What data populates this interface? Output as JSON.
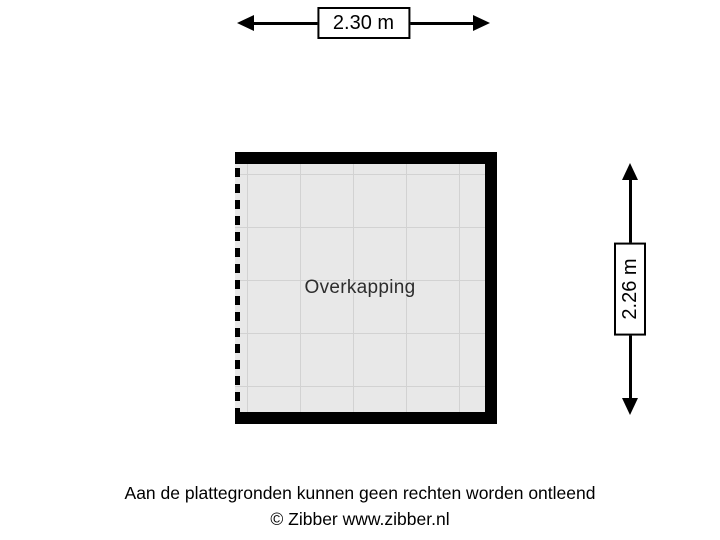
{
  "floorplan": {
    "room": {
      "label": "Overkapping"
    },
    "dimensions": {
      "width_label": "2.30 m",
      "height_label": "2.26 m"
    },
    "footer": {
      "disclaimer": "Aan de plattegronden kunnen geen rechten worden ontleend",
      "copyright": "© Zibber www.zibber.nl"
    },
    "colors": {
      "wall": "#000000",
      "floor_fill": "#e8e8e8",
      "floor_grid": "#d2d2d2",
      "background": "#ffffff",
      "dimension_text": "#000000"
    }
  }
}
